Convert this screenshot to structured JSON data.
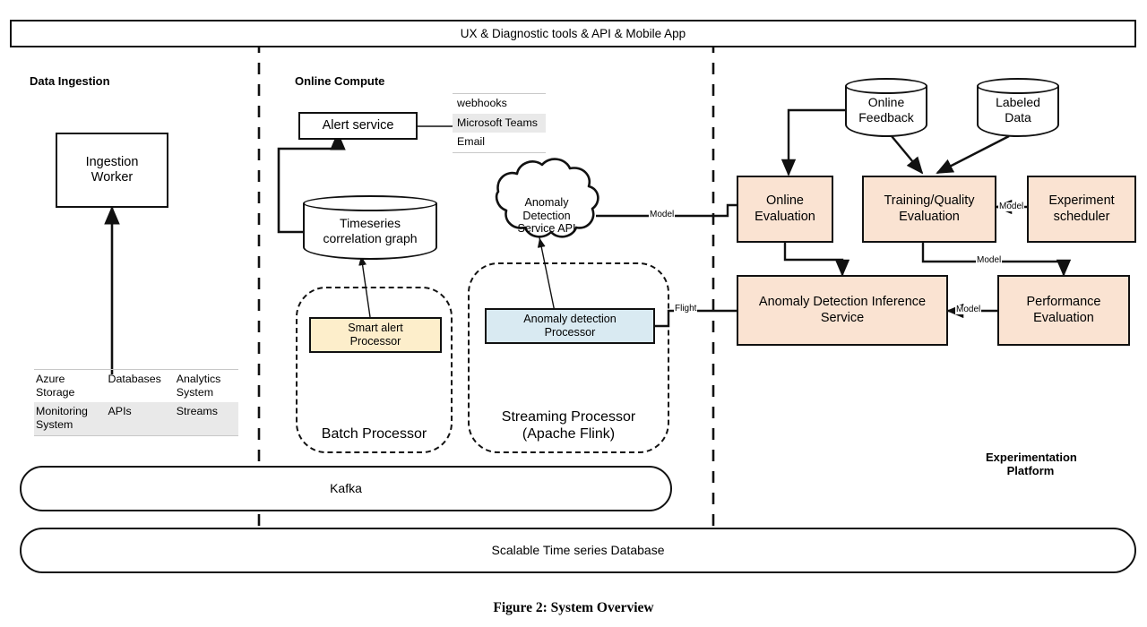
{
  "figure": {
    "caption": "Figure 2: System Overview"
  },
  "top_bar": {
    "label": "UX & Diagnostic tools & API & Mobile App"
  },
  "columns": [
    {
      "id": "data-ingestion",
      "label": "Data Ingestion"
    },
    {
      "id": "online-compute",
      "label": "Online Compute"
    },
    {
      "id": "experimentation-platform",
      "label": "Experimentation\nPlatform"
    }
  ],
  "column_labels": {
    "data_ingestion": "Data Ingestion",
    "online_compute": "Online Compute",
    "experimentation_line1": "Experimentation",
    "experimentation_line2": "Platform"
  },
  "data_ingestion": {
    "worker": "Ingestion\nWorker",
    "worker_line1": "Ingestion",
    "worker_line2": "Worker",
    "sources_table": {
      "rows": [
        [
          "Azure Storage",
          "Databases",
          "Analytics System"
        ],
        [
          "Monitoring System",
          "APIs",
          "Streams"
        ]
      ]
    }
  },
  "online_compute": {
    "alert_service": "Alert service",
    "channels": [
      "webhooks",
      "Microsoft Teams",
      "Email"
    ],
    "channel_selected": "Microsoft Teams",
    "timeseries_store_line1": "Timeseries",
    "timeseries_store_line2": "correlation graph",
    "anomaly_cloud_line1": "Anomaly",
    "anomaly_cloud_line2": "Detection",
    "anomaly_cloud_line3": "Service API",
    "batch_group_label": "Batch Processor",
    "smart_alert_line1": "Smart alert",
    "smart_alert_line2": "Processor",
    "streaming_group_line1": "Streaming Processor",
    "streaming_group_line2": "(Apache Flink)",
    "anomaly_processor_line1": "Anomaly detection",
    "anomaly_processor_line2": "Processor"
  },
  "experimentation": {
    "online_feedback_line1": "Online",
    "online_feedback_line2": "Feedback",
    "labeled_data_line1": "Labeled",
    "labeled_data_line2": "Data",
    "online_evaluation_line1": "Online",
    "online_evaluation_line2": "Evaluation",
    "training_quality_line1": "Training/Quality",
    "training_quality_line2": "Evaluation",
    "experiment_scheduler_line1": "Experiment",
    "experiment_scheduler_line2": "scheduler",
    "inference_service_line1": "Anomaly Detection Inference",
    "inference_service_line2": "Service",
    "performance_eval_line1": "Performance",
    "performance_eval_line2": "Evaluation"
  },
  "infrastructure": {
    "kafka": "Kafka",
    "timeseries_db": "Scalable Time series Database"
  },
  "edge_labels": {
    "model": "Model",
    "flight": "Flight",
    "model_cloud_to_online_eval": "Model",
    "model_scheduler_to_training": "Model",
    "model_training_to_performance": "Model",
    "model_performance_to_inference": "Model"
  },
  "colors": {
    "peach": "#fae3d2",
    "cream": "#fdeecb",
    "blue": "#d9eaf2",
    "stroke": "#111111",
    "highlight_row": "#e9e9e9"
  }
}
